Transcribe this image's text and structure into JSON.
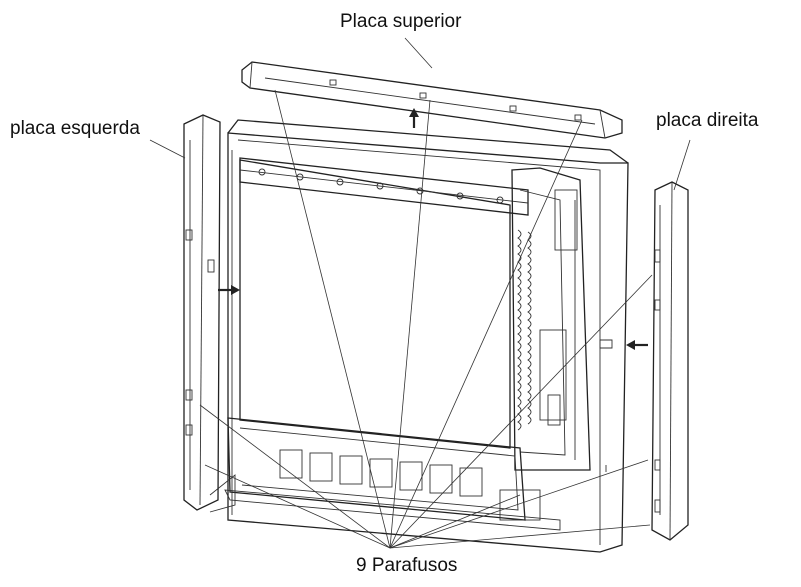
{
  "labels": {
    "top_plate": "Placa superior",
    "left_plate": "placa esquerda",
    "right_plate": "placa direita",
    "screws": "9 Parafusos"
  },
  "colors": {
    "line": "#222222",
    "background": "#ffffff"
  },
  "arrows": {
    "top": "arrow-up-icon",
    "left": "arrow-right-icon",
    "right": "arrow-left-icon"
  }
}
